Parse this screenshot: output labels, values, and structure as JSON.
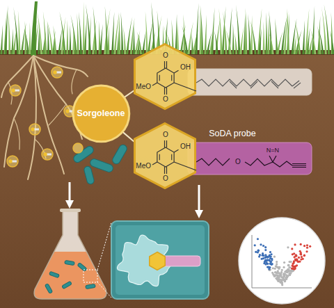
{
  "diagram": {
    "nodes": [
      {
        "text": [
          "Sorgoleone"
        ]
      },
      {
        "text": [
          "O",
          "OH",
          "MeO",
          "O"
        ]
      },
      {
        "text": [
          "O",
          "OH",
          "MeO",
          "O"
        ]
      }
    ],
    "edges": [
      {
        "from": 0,
        "to": 1,
        "arrow": "none"
      },
      {
        "from": 0,
        "to": 2,
        "arrow": "none"
      }
    ],
    "labels": [
      "SoDA probe",
      "O",
      "N=N"
    ]
  }
}
